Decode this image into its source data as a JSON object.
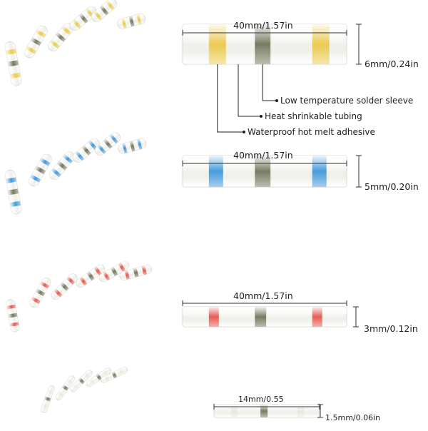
{
  "colors": {
    "yellow": "#e9c53a",
    "blue": "#2f8fd8",
    "red": "#e24a3f",
    "white": "#e8e6dc",
    "solder": "#6f7257",
    "tube": "#f3f3ef",
    "tube_edge": "#d6d6cf"
  },
  "products": [
    {
      "name": "yellow",
      "ring_color_key": "yellow",
      "length_label": "40mm/1.57in",
      "diameter_label": "6mm/0.24in"
    },
    {
      "name": "blue",
      "ring_color_key": "blue",
      "length_label": "40mm/1.57in",
      "diameter_label": "5mm/0.20in"
    },
    {
      "name": "red",
      "ring_color_key": "red",
      "length_label": "40mm/1.57in",
      "diameter_label": "3mm/0.12in"
    },
    {
      "name": "white",
      "ring_color_key": "white",
      "length_label": "14mm/0.55",
      "diameter_label": "1.5mm/0.06in"
    }
  ],
  "callouts": {
    "solder_sleeve": "Low temperature solder sleeve",
    "heat_shrink": "Heat shrinkable tubing",
    "hot_melt": "Waterproof hot melt adhesive"
  }
}
